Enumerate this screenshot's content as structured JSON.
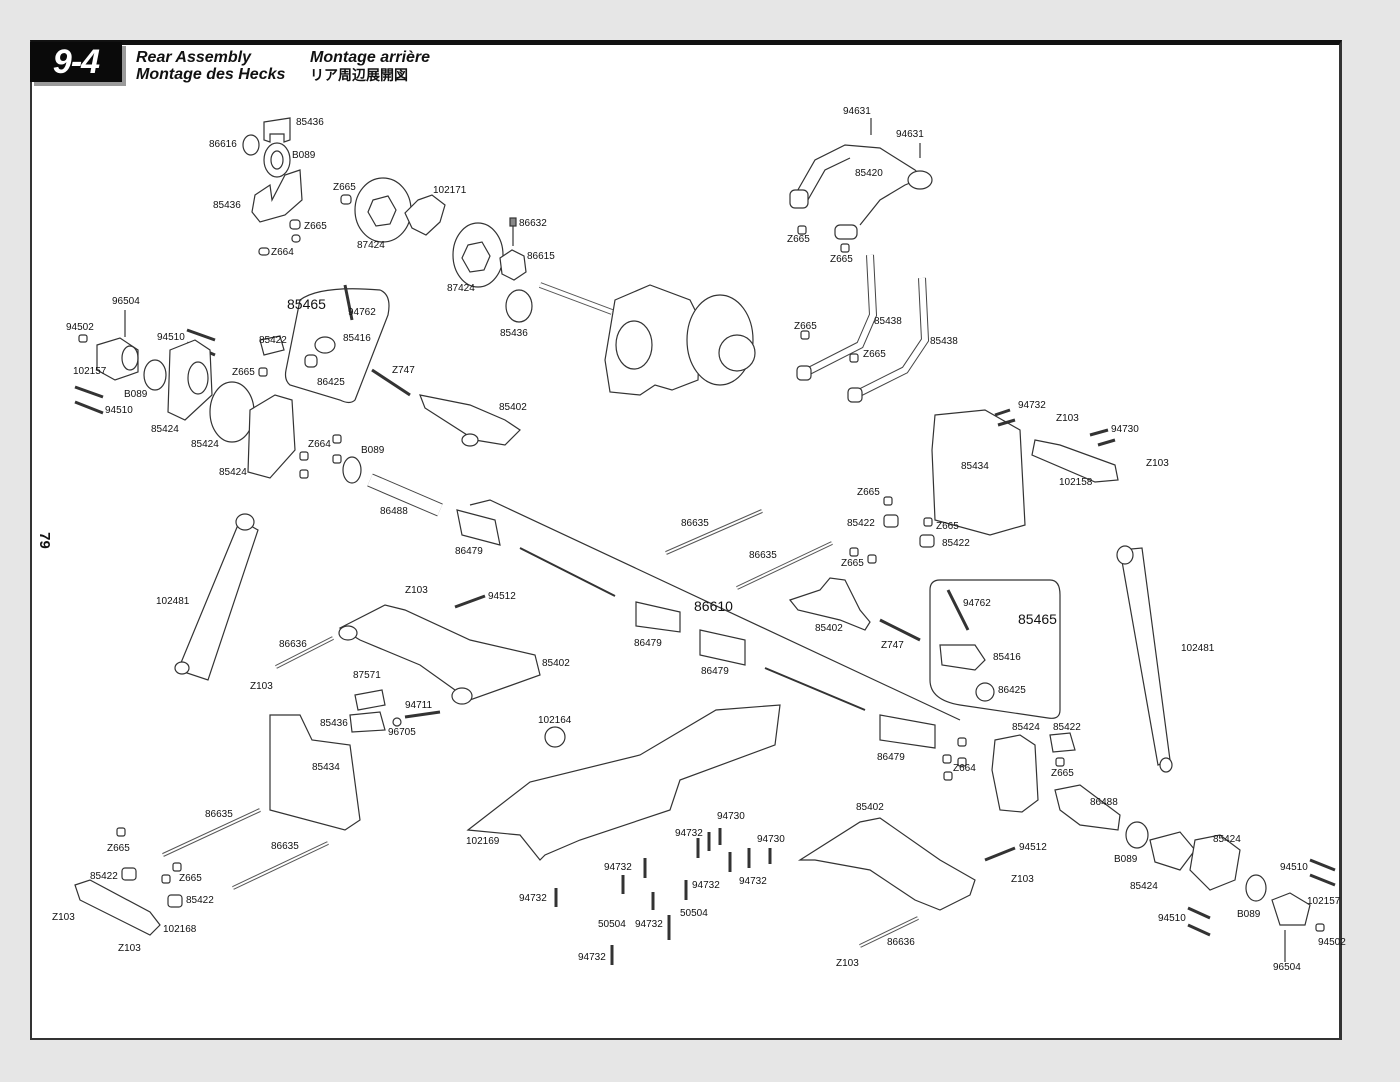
{
  "header": {
    "step": "9-4",
    "title_en": "Rear Assembly",
    "title_de": "Montage des Hecks",
    "title_fr": "Montage arrière",
    "title_jp": "リア周辺展開図"
  },
  "page_number": "79",
  "colors": {
    "page_background": "#e6e6e6",
    "sheet": "#ffffff",
    "ink": "#111111",
    "badge": "#0a0a0a",
    "badge_shadow": "#9a9a9a"
  },
  "assemblies": {
    "shock_link_left": "85465",
    "driveshaft": "86610",
    "shock_link_right": "85465"
  },
  "labels": [
    {
      "id": "85436",
      "group": "upper-left-bearing",
      "text": "85436"
    },
    {
      "id": "86616",
      "group": "upper-left-bearing",
      "text": "86616"
    },
    {
      "id": "B089",
      "group": "upper-left-bearing",
      "text": "B089"
    },
    {
      "id": "85436",
      "group": "upper-left-bearing",
      "text": "85436"
    },
    {
      "id": "Z665",
      "group": "upper-left-bearing",
      "text": "Z665"
    },
    {
      "id": "Z664",
      "group": "upper-left-bearing",
      "text": "Z664"
    },
    {
      "id": "Z665",
      "group": "brake",
      "text": "Z665"
    },
    {
      "id": "87424",
      "group": "brake",
      "text": "87424"
    },
    {
      "id": "102171",
      "group": "brake",
      "text": "102171"
    },
    {
      "id": "86632",
      "group": "brake",
      "text": "86632"
    },
    {
      "id": "86615",
      "group": "brake",
      "text": "86615"
    },
    {
      "id": "87424",
      "group": "brake",
      "text": "87424"
    },
    {
      "id": "85436",
      "group": "brake",
      "text": "85436"
    },
    {
      "id": "96504",
      "group": "left-hub",
      "text": "96504"
    },
    {
      "id": "94502",
      "group": "left-hub",
      "text": "94502"
    },
    {
      "id": "94510",
      "group": "left-hub",
      "text": "94510"
    },
    {
      "id": "102157",
      "group": "left-hub",
      "text": "102157"
    },
    {
      "id": "B089",
      "group": "left-hub",
      "text": "B089"
    },
    {
      "id": "94510",
      "group": "left-hub",
      "text": "94510"
    },
    {
      "id": "85424",
      "group": "left-hub",
      "text": "85424"
    },
    {
      "id": "85424",
      "group": "left-hub",
      "text": "85424"
    },
    {
      "id": "85422",
      "group": "left-hub",
      "text": "85422"
    },
    {
      "id": "Z665",
      "group": "left-hub",
      "text": "Z665"
    },
    {
      "id": "85424",
      "group": "left-hub",
      "text": "85424"
    },
    {
      "id": "Z664",
      "group": "left-hub",
      "text": "Z664"
    },
    {
      "id": "B089",
      "group": "left-hub",
      "text": "B089"
    },
    {
      "id": "94762",
      "group": "shock-link-left",
      "text": "94762"
    },
    {
      "id": "85416",
      "group": "shock-link-left",
      "text": "85416"
    },
    {
      "id": "86425",
      "group": "shock-link-left",
      "text": "86425"
    },
    {
      "id": "Z747",
      "group": "upper-arm-left",
      "text": "Z747"
    },
    {
      "id": "85402",
      "group": "upper-arm-left",
      "text": "85402"
    },
    {
      "id": "94631",
      "group": "wing-mount",
      "text": "94631"
    },
    {
      "id": "94631",
      "group": "wing-mount",
      "text": "94631"
    },
    {
      "id": "85420",
      "group": "wing-mount",
      "text": "85420"
    },
    {
      "id": "Z665",
      "group": "wing-mount",
      "text": "Z665"
    },
    {
      "id": "Z665",
      "group": "wing-mount",
      "text": "Z665"
    },
    {
      "id": "Z665",
      "group": "wing-mount",
      "text": "Z665"
    },
    {
      "id": "85438",
      "group": "wing-mount",
      "text": "85438"
    },
    {
      "id": "Z665",
      "group": "wing-mount",
      "text": "Z665"
    },
    {
      "id": "85438",
      "group": "wing-mount",
      "text": "85438"
    },
    {
      "id": "94732",
      "group": "rear-bulkhead",
      "text": "94732"
    },
    {
      "id": "Z103",
      "group": "rear-bulkhead",
      "text": "Z103"
    },
    {
      "id": "94730",
      "group": "rear-bulkhead",
      "text": "94730"
    },
    {
      "id": "Z103",
      "group": "rear-bulkhead",
      "text": "Z103"
    },
    {
      "id": "85434",
      "group": "rear-bulkhead",
      "text": "85434"
    },
    {
      "id": "102158",
      "group": "rear-bulkhead",
      "text": "102158"
    },
    {
      "id": "Z665",
      "group": "rear-bulkhead",
      "text": "Z665"
    },
    {
      "id": "85422",
      "group": "rear-bulkhead",
      "text": "85422"
    },
    {
      "id": "Z665",
      "group": "rear-bulkhead",
      "text": "Z665"
    },
    {
      "id": "85422",
      "group": "rear-bulkhead",
      "text": "85422"
    },
    {
      "id": "86488",
      "group": "driveshaft",
      "text": "86488"
    },
    {
      "id": "86479",
      "group": "driveshaft",
      "text": "86479"
    },
    {
      "id": "86635",
      "group": "pins",
      "text": "86635"
    },
    {
      "id": "86635",
      "group": "pins",
      "text": "86635"
    },
    {
      "id": "Z665",
      "group": "pins",
      "text": "Z665"
    },
    {
      "id": "102481",
      "group": "shock-left",
      "text": "102481"
    },
    {
      "id": "Z103",
      "group": "lower-arm-left",
      "text": "Z103"
    },
    {
      "id": "94512",
      "group": "lower-arm-left",
      "text": "94512"
    },
    {
      "id": "86479",
      "group": "driveshaft",
      "text": "86479"
    },
    {
      "id": "85402",
      "group": "upper-arm-right",
      "text": "85402"
    },
    {
      "id": "Z747",
      "group": "upper-arm-right",
      "text": "Z747"
    },
    {
      "id": "94762",
      "group": "shock-link-right",
      "text": "94762"
    },
    {
      "id": "85416",
      "group": "shock-link-right",
      "text": "85416"
    },
    {
      "id": "86425",
      "group": "shock-link-right",
      "text": "86425"
    },
    {
      "id": "86636",
      "group": "lower-arm-left",
      "text": "86636"
    },
    {
      "id": "Z103",
      "group": "lower-arm-left",
      "text": "Z103"
    },
    {
      "id": "85402",
      "group": "lower-arm-left",
      "text": "85402"
    },
    {
      "id": "86479",
      "group": "driveshaft",
      "text": "86479"
    },
    {
      "id": "102481",
      "group": "shock-right",
      "text": "102481"
    },
    {
      "id": "87571",
      "group": "front-mount",
      "text": "87571"
    },
    {
      "id": "94711",
      "group": "front-mount",
      "text": "94711"
    },
    {
      "id": "85436",
      "group": "front-mount",
      "text": "85436"
    },
    {
      "id": "96705",
      "group": "front-mount",
      "text": "96705"
    },
    {
      "id": "85434",
      "group": "front-mount",
      "text": "85434"
    },
    {
      "id": "102164",
      "group": "chassis",
      "text": "102164"
    },
    {
      "id": "85424",
      "group": "right-hub",
      "text": "85424"
    },
    {
      "id": "85422",
      "group": "right-hub",
      "text": "85422"
    },
    {
      "id": "86479",
      "group": "driveshaft",
      "text": "86479"
    },
    {
      "id": "Z664",
      "group": "right-hub",
      "text": "Z664"
    },
    {
      "id": "Z665",
      "group": "right-hub",
      "text": "Z665"
    },
    {
      "id": "86488",
      "group": "right-hub",
      "text": "86488"
    },
    {
      "id": "86635",
      "group": "lower-pins",
      "text": "86635"
    },
    {
      "id": "Z665",
      "group": "lower-pins",
      "text": "Z665"
    },
    {
      "id": "86635",
      "group": "lower-pins",
      "text": "86635"
    },
    {
      "id": "85422",
      "group": "lower-pins",
      "text": "85422"
    },
    {
      "id": "Z665",
      "group": "lower-pins",
      "text": "Z665"
    },
    {
      "id": "85422",
      "group": "lower-pins",
      "text": "85422"
    },
    {
      "id": "Z103",
      "group": "lower-pins",
      "text": "Z103"
    },
    {
      "id": "102168",
      "group": "lower-pins",
      "text": "102168"
    },
    {
      "id": "Z103",
      "group": "lower-pins",
      "text": "Z103"
    },
    {
      "id": "102169",
      "group": "chassis",
      "text": "102169"
    },
    {
      "id": "94730",
      "group": "chassis",
      "text": "94730"
    },
    {
      "id": "94732",
      "group": "chassis",
      "text": "94732"
    },
    {
      "id": "94730",
      "group": "chassis",
      "text": "94730"
    },
    {
      "id": "94732",
      "group": "chassis",
      "text": "94732"
    },
    {
      "id": "94732",
      "group": "chassis",
      "text": "94732"
    },
    {
      "id": "94732",
      "group": "chassis",
      "text": "94732"
    },
    {
      "id": "94732",
      "group": "chassis",
      "text": "94732"
    },
    {
      "id": "50504",
      "group": "chassis",
      "text": "50504"
    },
    {
      "id": "94732",
      "group": "chassis",
      "text": "94732"
    },
    {
      "id": "50504",
      "group": "chassis",
      "text": "50504"
    },
    {
      "id": "94732",
      "group": "chassis",
      "text": "94732"
    },
    {
      "id": "85402",
      "group": "lower-arm-right",
      "text": "85402"
    },
    {
      "id": "94512",
      "group": "lower-arm-right",
      "text": "94512"
    },
    {
      "id": "Z103",
      "group": "lower-arm-right",
      "text": "Z103"
    },
    {
      "id": "86636",
      "group": "lower-arm-right",
      "text": "86636"
    },
    {
      "id": "Z103",
      "group": "lower-arm-right",
      "text": "Z103"
    },
    {
      "id": "B089",
      "group": "right-hub",
      "text": "B089"
    },
    {
      "id": "85424",
      "group": "right-hub",
      "text": "85424"
    },
    {
      "id": "85424",
      "group": "right-hub",
      "text": "85424"
    },
    {
      "id": "94510",
      "group": "right-hub",
      "text": "94510"
    },
    {
      "id": "94510",
      "group": "right-hub",
      "text": "94510"
    },
    {
      "id": "B089",
      "group": "right-hub",
      "text": "B089"
    },
    {
      "id": "102157",
      "group": "right-hub",
      "text": "102157"
    },
    {
      "id": "94502",
      "group": "right-hub",
      "text": "94502"
    },
    {
      "id": "96504",
      "group": "right-hub",
      "text": "96504"
    }
  ]
}
